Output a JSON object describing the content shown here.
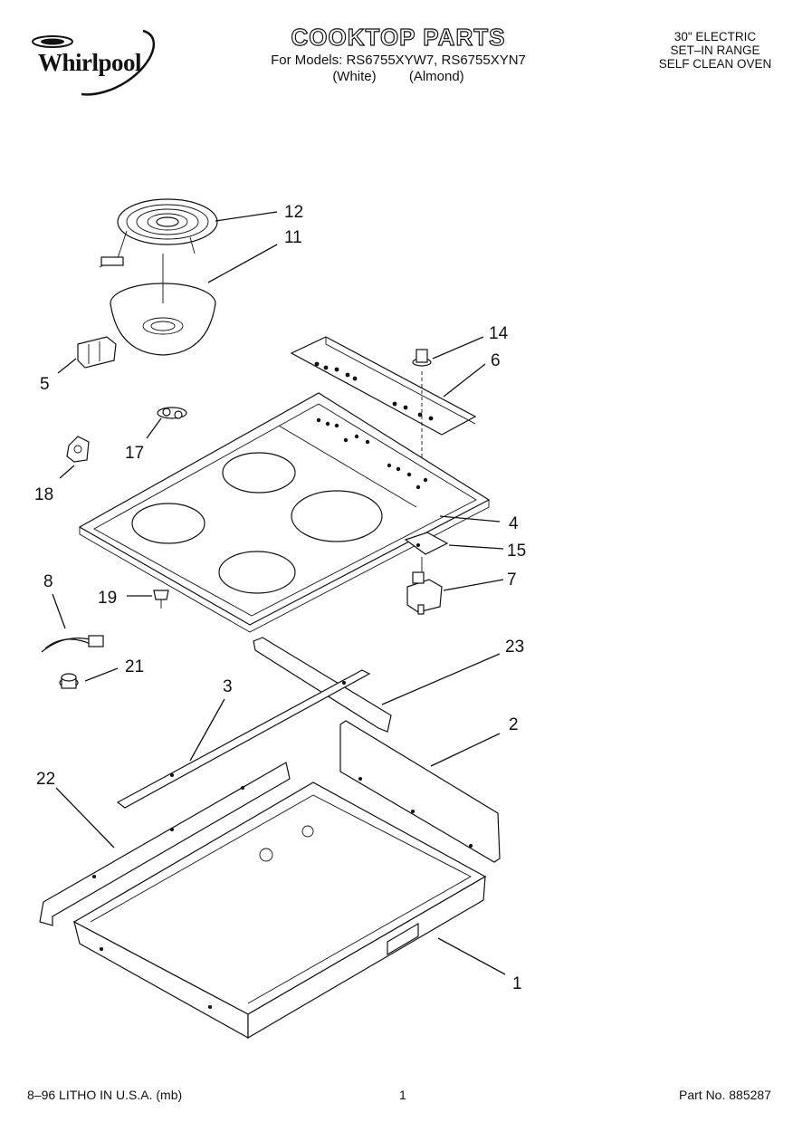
{
  "header": {
    "brand": "Whirlpool",
    "title": "COOKTOP PARTS",
    "models_line": "For Models: RS6755XYW7, RS6755XYN7",
    "variants": [
      "(White)",
      "(Almond)"
    ],
    "range_type": [
      "30\" ELECTRIC",
      "SET–IN RANGE",
      "SELF CLEAN OVEN"
    ]
  },
  "callouts": [
    "12",
    "11",
    "14",
    "6",
    "5",
    "17",
    "18",
    "4",
    "15",
    "7",
    "8",
    "19",
    "21",
    "23",
    "3",
    "2",
    "22",
    "1"
  ],
  "footer": {
    "left": "8–96 LITHO IN U.S.A. (mb)",
    "page": "1",
    "part_no": "Part No. 885287"
  }
}
